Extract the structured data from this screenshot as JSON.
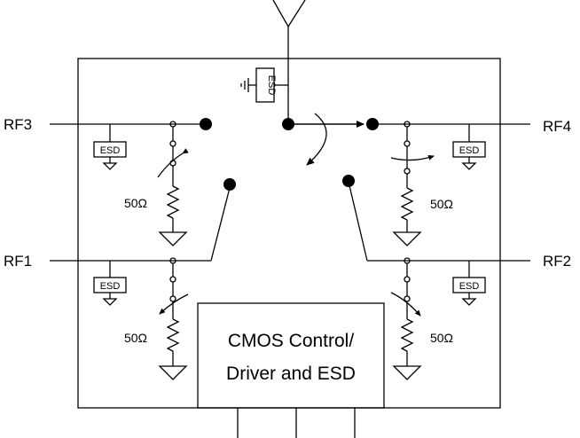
{
  "ports": {
    "rf1": "RF1",
    "rf2": "RF2",
    "rf3": "RF3",
    "rf4": "RF4"
  },
  "esd_label": "ESD",
  "resistor_label": "50Ω",
  "control_block": {
    "line1": "CMOS Control/",
    "line2": "Driver and ESD"
  }
}
